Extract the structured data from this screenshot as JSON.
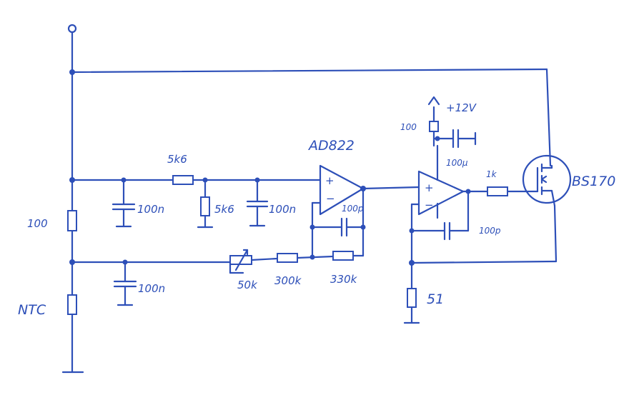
{
  "labels": {
    "supply_top": "+12V",
    "opamp1": "AD822",
    "mosfet": "BS170",
    "r_top_left": "100",
    "ntc": "NTC",
    "c1": "100n",
    "r_series": "5k6",
    "r_shunt": "5k6",
    "c2": "100n",
    "c_lower": "100n",
    "pot": "50k",
    "r_300k": "300k",
    "r_330k": "330k",
    "c_feedback1": "100p",
    "r_supply": "100",
    "c_supply": "100µ",
    "r_gate": "1k",
    "c_feedback2": "100p",
    "r_sense": "51"
  },
  "colors": {
    "ink": "#2d4fb8",
    "paper": "#ffffff"
  }
}
